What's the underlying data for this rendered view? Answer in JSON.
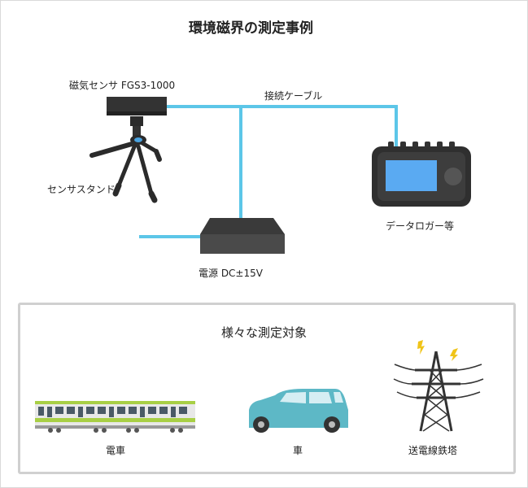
{
  "title": "環境磁界の測定事例",
  "setup": {
    "sensor_label": "磁気センサ FGS3-1000",
    "cable_label": "接続ケーブル",
    "stand_label": "センサスタンド",
    "logger_label": "データロガー等",
    "power_label": "電源 DC±15V"
  },
  "targets": {
    "heading": "様々な測定対象",
    "items": [
      {
        "label": "電車",
        "icon": "train-icon"
      },
      {
        "label": "車",
        "icon": "car-icon"
      },
      {
        "label": "送電線鉄塔",
        "icon": "power-tower-icon"
      }
    ]
  },
  "colors": {
    "cable": "#5cc6e8",
    "device": "#3d3d3d",
    "screen": "#56a8f0",
    "train_stripe": "#a8cf45",
    "car": "#5db8c6",
    "spark": "#f0c419"
  }
}
